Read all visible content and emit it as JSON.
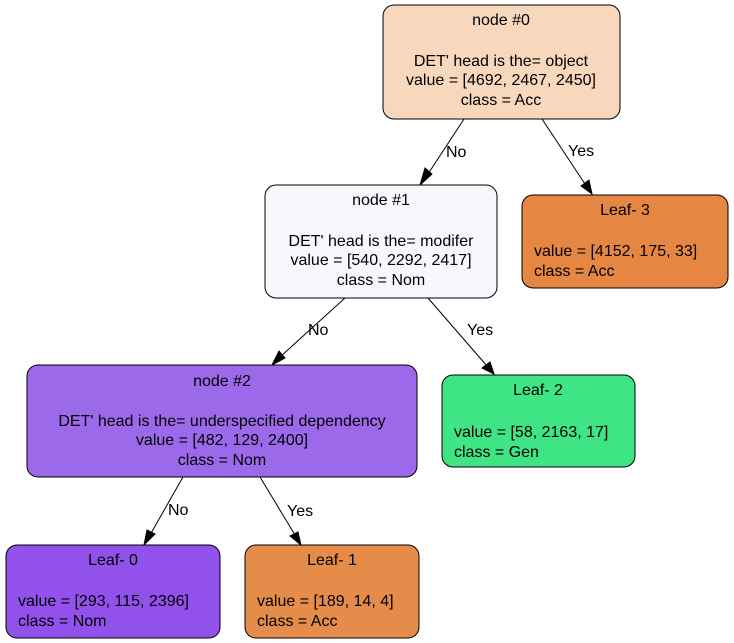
{
  "nodes": [
    {
      "id": "node0",
      "title": "node #0",
      "condition": "DET' head is the= object",
      "value": "value = [4692, 2467, 2450]",
      "class": "class = Acc",
      "fill": "#f7d8bd"
    },
    {
      "id": "node1",
      "title": "node #1",
      "condition": "DET' head is the= modifer",
      "value": "value = [540, 2292, 2417]",
      "class": "class = Nom",
      "fill": "#f9f6fe"
    },
    {
      "id": "leaf3",
      "title": "Leaf- 3",
      "value": "value = [4152, 175, 33]",
      "class": "class = Acc",
      "fill": "#e58743"
    },
    {
      "id": "node2",
      "title": "node #2",
      "condition": "DET' head is the= underspecified dependency",
      "value": "value = [482, 129, 2400]",
      "class": "class = Nom",
      "fill": "#9d69eb"
    },
    {
      "id": "leaf2",
      "title": "Leaf- 2",
      "value": "value = [58, 2163, 17]",
      "class": "class = Gen",
      "fill": "#3fe585"
    },
    {
      "id": "leaf0",
      "title": "Leaf- 0",
      "value": "value = [293, 115, 2396]",
      "class": "class = Nom",
      "fill": "#9151ea"
    },
    {
      "id": "leaf1",
      "title": "Leaf- 1",
      "value": "value = [189, 14, 4]",
      "class": "class = Acc",
      "fill": "#e68c4a"
    }
  ],
  "edges": [
    {
      "from": "node0",
      "to": "node1",
      "label": "No"
    },
    {
      "from": "node0",
      "to": "leaf3",
      "label": "Yes"
    },
    {
      "from": "node1",
      "to": "node2",
      "label": "No"
    },
    {
      "from": "node1",
      "to": "leaf2",
      "label": "Yes"
    },
    {
      "from": "node2",
      "to": "leaf0",
      "label": "No"
    },
    {
      "from": "node2",
      "to": "leaf1",
      "label": "Yes"
    }
  ]
}
